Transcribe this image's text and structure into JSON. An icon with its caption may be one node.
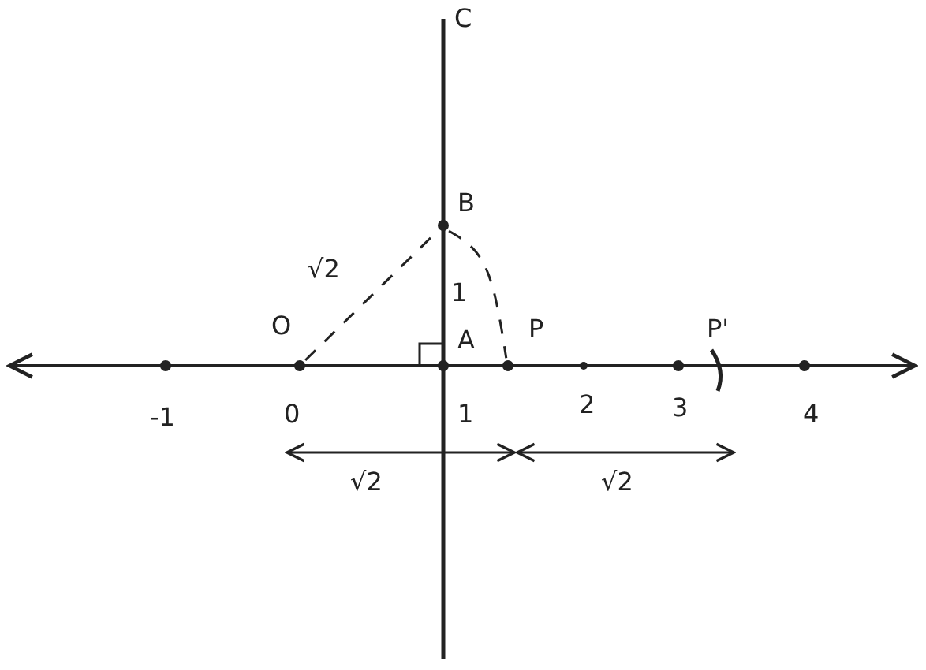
{
  "diagram": {
    "nodes": [
      {
        "text": [
          "O"
        ]
      },
      {
        "text": [
          "B"
        ]
      },
      {
        "text": [
          "P"
        ]
      }
    ],
    "edges": [
      {
        "from": 0,
        "to": 1,
        "arrow": "none",
        "style": "dashed",
        "label": "√2"
      },
      {
        "from": 1,
        "to": 2,
        "arrow": "none",
        "style": "dashed"
      }
    ],
    "labels": [
      "C",
      "1",
      "A",
      "P'",
      "-1",
      "0",
      "1",
      "2",
      "3",
      "4",
      "√2",
      "√2"
    ]
  }
}
